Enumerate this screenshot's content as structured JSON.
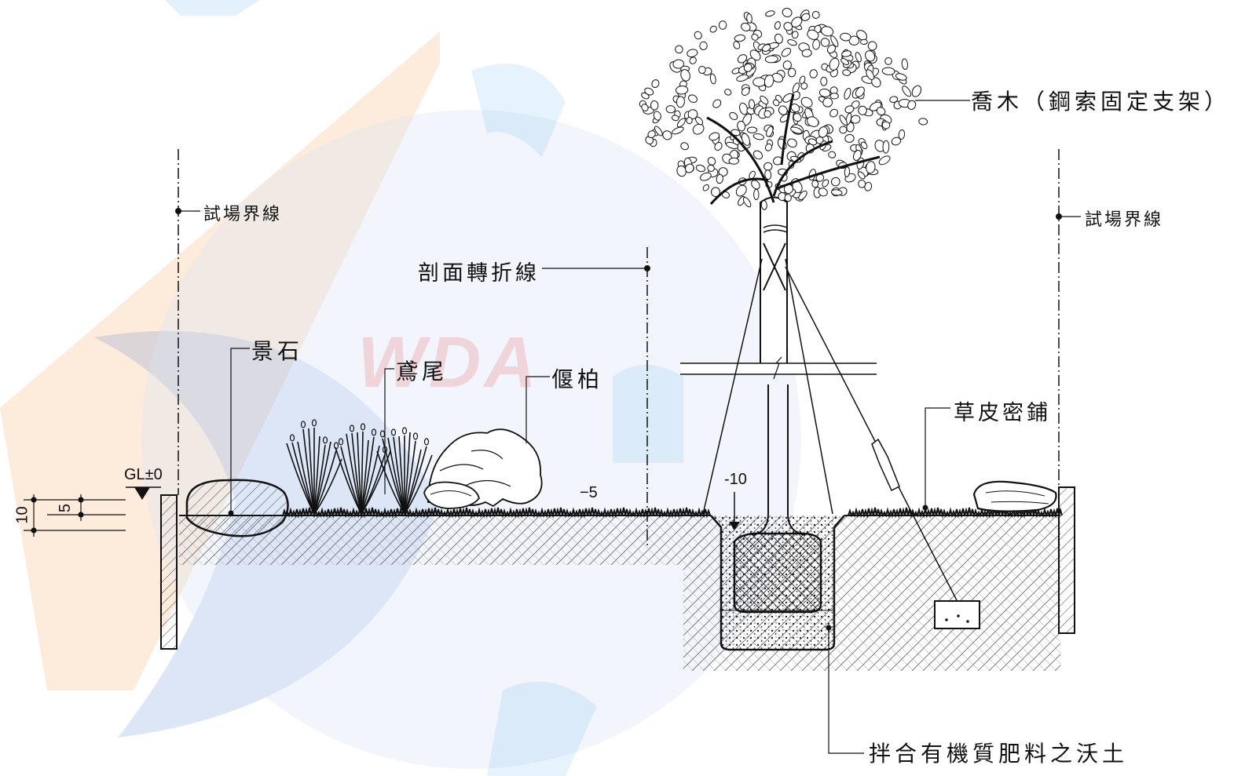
{
  "watermark": {
    "text": "WDA",
    "colors": {
      "orange": "#f7a35c",
      "blue": "#2a63c6"
    }
  },
  "labels": {
    "boundary_left": "試場界線",
    "boundary_right": "試場界線",
    "section_break": "剖面轉折線",
    "tree": "喬木（鋼索固定支架）",
    "rock": "景石",
    "iris": "鳶尾",
    "juniper": "偃柏",
    "turf": "草皮密鋪",
    "soil": "拌合有機質肥料之沃土"
  },
  "dimensions": {
    "gl": "GL±0",
    "level_minus5": "−5",
    "level_minus10": "-10",
    "dim_10": "10",
    "dim_5": "5"
  }
}
